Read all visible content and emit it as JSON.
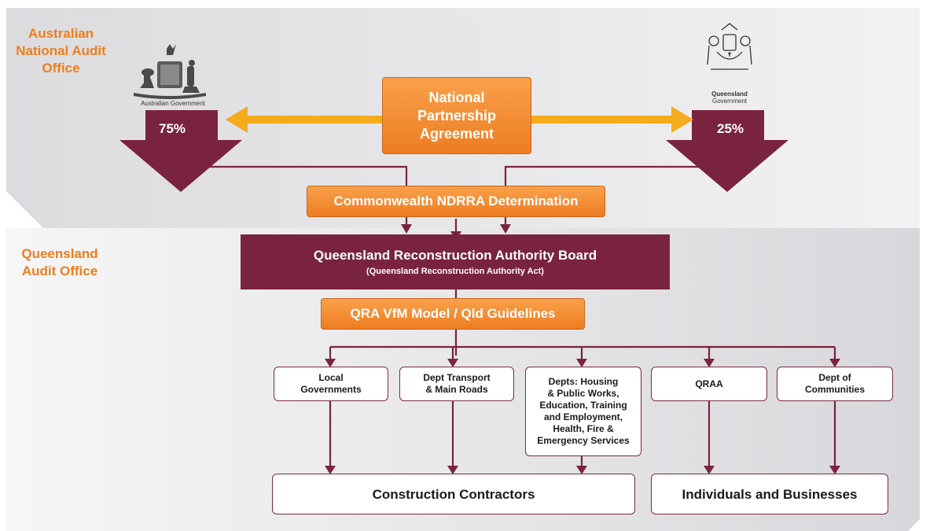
{
  "colors": {
    "maroon": "#7a2340",
    "orange": "#f07d1a",
    "arrow_gold": "#f5ab1e",
    "zone_grey": "#e8e8ea"
  },
  "zones": {
    "anao": "Australian National Audit Office",
    "qao": "Queensland Audit Office"
  },
  "funding": {
    "commonwealth_share": "75%",
    "state_share": "25%",
    "commonwealth_emblem_caption": "Australian Government",
    "state_emblem_caption_line1": "Queensland",
    "state_emblem_caption_line2": "Government"
  },
  "agreement": {
    "line1": "National",
    "line2": "Partnership",
    "line3": "Agreement"
  },
  "determination": "Commonwealth NDRRA Determination",
  "board": {
    "title": "Queensland Reconstruction Authority Board",
    "subtitle": "(Queensland Reconstruction Authority Act)"
  },
  "guidelines": "QRA VfM Model / Qld Guidelines",
  "agencies": [
    {
      "lines": [
        "Local",
        "Governments"
      ]
    },
    {
      "lines": [
        "Dept Transport",
        "& Main Roads"
      ]
    },
    {
      "lines": [
        "Depts: Housing",
        "& Public Works,",
        "Education, Training",
        "and Employment,",
        "Health, Fire &",
        "Emergency Services"
      ]
    },
    {
      "lines": [
        "QRAA"
      ]
    },
    {
      "lines": [
        "Dept of",
        "Communities"
      ]
    }
  ],
  "recipients": {
    "contractors": "Construction Contractors",
    "individuals": "Individuals and Businesses"
  }
}
